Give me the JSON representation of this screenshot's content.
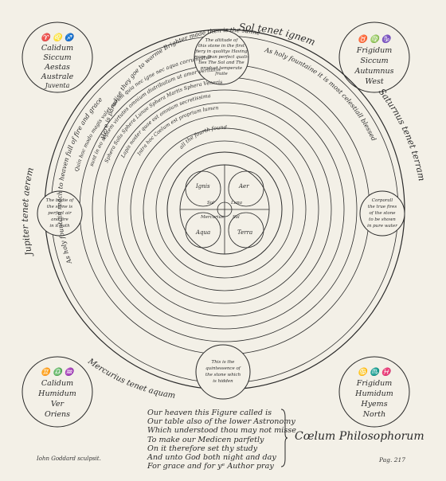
{
  "outer_ring": {
    "top": "Sol tenet ignem",
    "left": "Jupiter tenet aerem",
    "right": "Saturnus tenet terram",
    "bottom": "Mercurius tenet aquam"
  },
  "corners": {
    "top_left": {
      "sign": "♈ ♌ ♐",
      "lines": [
        "Calidum",
        "Siccum",
        "Aestas",
        "Australe",
        "Juventa"
      ]
    },
    "top_right": {
      "sign": "♉ ♍ ♑",
      "lines": [
        "Frigidum",
        "Siccum",
        "Autumnus",
        "West"
      ]
    },
    "bottom_left": {
      "sign": "♊ ♎ ♒",
      "lines": [
        "Calidum",
        "Humidum",
        "Ver",
        "Oriens"
      ]
    },
    "bottom_right": {
      "sign": "♋ ♏ ♓",
      "lines": [
        "Frigidum",
        "Humidum",
        "Hyems",
        "North"
      ]
    }
  },
  "small_circles": {
    "top": [
      "The altitude of",
      "this stone in the first",
      "fiery in qualitys Having",
      "more than perfect quali-",
      "ties The Sol and The",
      "product temperate",
      "fruite"
    ],
    "left": [
      "The bodie of",
      "the stone is",
      "perfect air",
      "and fire",
      "in it hath"
    ],
    "right": [
      "Corporall",
      "the true fires",
      "of the stone",
      "to be shown",
      "in pure water"
    ],
    "bottom": [
      "This is the",
      "quintessence of",
      "the stone which",
      "is hidden"
    ]
  },
  "bands": {
    "arc_top": "Here is paradise they goe to worme  Brighter made then is the sunne",
    "arc_left": "As holy fountain reach to heaven full of fire and grace",
    "arc_right": "As holy fountaine it is most celestiall blessed",
    "ring2": "Quin hoc modo magis valet aurum quia nec igne nec aqua corrumpitur",
    "ring3": "sunt in eo septem virtutes omnium distributum ut amor veritatis",
    "ring4": "Sphera Solis  Sphera Lunae  Sphera Martis  Sphera Veneris",
    "ring5": "Lapis noster quae est omnium secretissima",
    "ring6": "Intra hoc Coelum est proprium lumen"
  },
  "center": {
    "label_top": "all the fourth found",
    "quadrants": [
      "Ignis",
      "Aer",
      "Aqua",
      "Terra"
    ],
    "inner": [
      "Sol",
      "Luna",
      "Mercurius",
      "Sal"
    ]
  },
  "verse": [
    "Our heaven this Figure called is",
    "Our table also of the lower Astronomy",
    "Which understood thou may not misse",
    "To make our Medicen parfetly",
    "On it therefore set thy study",
    "And unto God both night and day",
    "For grace and for yᵉ Author pray"
  ],
  "caption": "Cœlum Philosophorum",
  "engraver": "Iohn Goddard sculpsit.",
  "page_ref": "Pag. 217"
}
